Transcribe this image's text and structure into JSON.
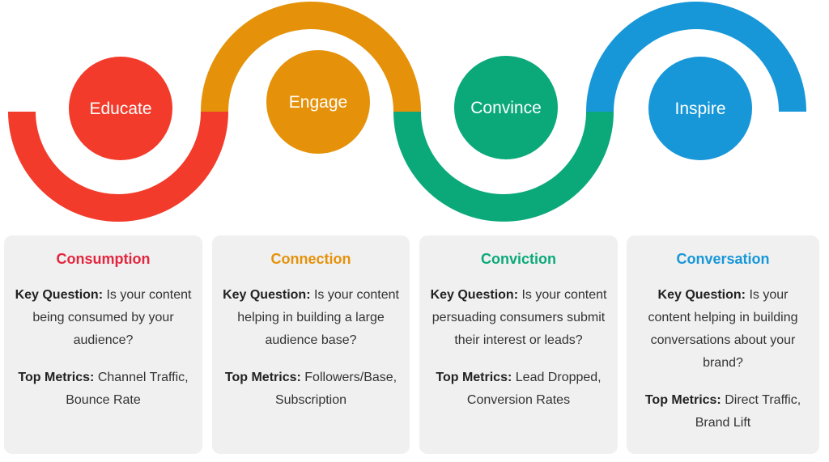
{
  "stages": [
    {
      "label": "Educate",
      "color": "#f23b2b",
      "title": "Consumption",
      "title_color": "#e3253d",
      "question_label": "Key Question:",
      "question_text": "Is your content being consumed by your audience?",
      "metrics_label": "Top Metrics:",
      "metrics_text": "Channel Traffic, Bounce Rate"
    },
    {
      "label": "Engage",
      "color": "#e5920a",
      "title": "Connection",
      "title_color": "#e5920a",
      "question_label": "Key Question:",
      "question_text": "Is your content helping in building a large audience base?",
      "metrics_label": "Top Metrics:",
      "metrics_text": "Followers/Base, Subscription"
    },
    {
      "label": "Convince",
      "color": "#0ba97a",
      "title": "Conviction",
      "title_color": "#0ba97a",
      "question_label": "Key Question:",
      "question_text": "Is your content persuading consumers submit their interest or leads?",
      "metrics_label": "Top Metrics:",
      "metrics_text": "Lead Dropped, Conversion Rates"
    },
    {
      "label": "Inspire",
      "color": "#1797d8",
      "title": "Conversation",
      "title_color": "#1797d8",
      "question_label": "Key Question:",
      "question_text": "Is your content helping in building conversations about your brand?",
      "metrics_label": "Top Metrics:",
      "metrics_text": "Direct Traffic, Brand Lift"
    }
  ]
}
